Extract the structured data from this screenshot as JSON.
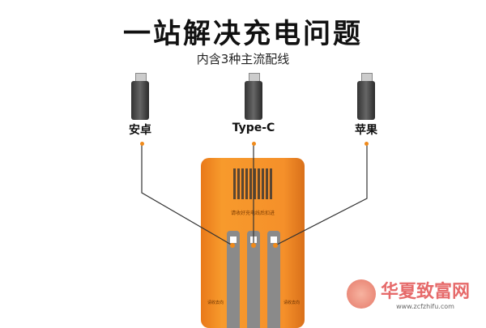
{
  "title": "一站解决充电问题",
  "subtitle": "内含3种主流配线",
  "cables": [
    {
      "label": "安卓"
    },
    {
      "label": "Type-C"
    },
    {
      "label": "苹果"
    }
  ],
  "charger": {
    "hint": "请收好充电线后扣进",
    "left_note": "请收去向",
    "right_note": "请收去向"
  },
  "watermark": {
    "name": "华夏致富网",
    "url": "www.zcfzhifu.com"
  },
  "colors": {
    "accent": "#f08a1a"
  }
}
